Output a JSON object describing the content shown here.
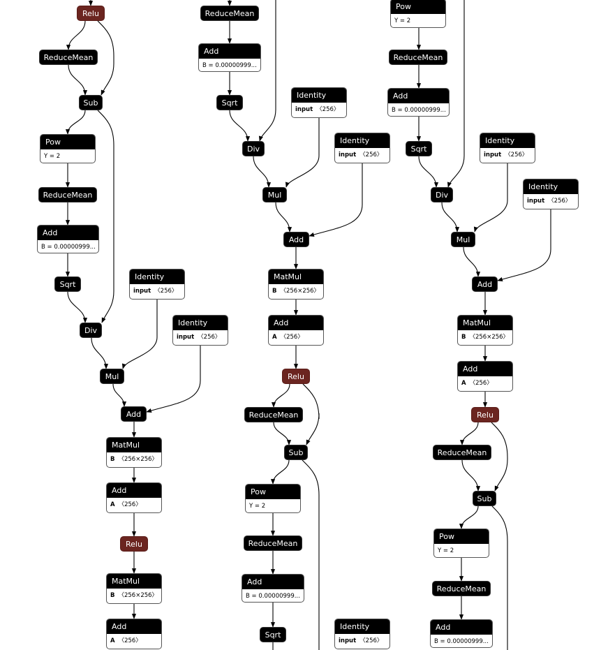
{
  "colors": {
    "node": "#000000",
    "relu": "#6b2520",
    "edge": "#000000"
  },
  "nodes": [
    {
      "op": "Relu",
      "highlight": true
    },
    {
      "op": "ReduceMean"
    },
    {
      "op": "Sub"
    },
    {
      "op": "Pow",
      "attr_name": "",
      "attr_value": "Y = 2"
    },
    {
      "op": "ReduceMean"
    },
    {
      "op": "Add",
      "attr_name": "",
      "attr_value": "B = 0.00000999..."
    },
    {
      "op": "Sqrt"
    },
    {
      "op": "Identity",
      "attr_name": "input",
      "attr_value": "〈256〉"
    },
    {
      "op": "Div"
    },
    {
      "op": "Identity",
      "attr_name": "input",
      "attr_value": "〈256〉"
    },
    {
      "op": "Mul"
    },
    {
      "op": "Add"
    },
    {
      "op": "MatMul",
      "attr_name": "B",
      "attr_value": "〈256×256〉"
    },
    {
      "op": "Add",
      "attr_name": "A",
      "attr_value": "〈256〉"
    },
    {
      "op": "Relu",
      "highlight": true
    },
    {
      "op": "MatMul",
      "attr_name": "B",
      "attr_value": "〈256×256〉"
    },
    {
      "op": "Add",
      "attr_name": "A",
      "attr_value": "〈256〉"
    },
    {
      "op": "ReduceMean"
    },
    {
      "op": "Add",
      "attr_name": "",
      "attr_value": "B = 0.00000999..."
    },
    {
      "op": "Sqrt"
    },
    {
      "op": "Identity",
      "attr_name": "input",
      "attr_value": "〈256〉"
    },
    {
      "op": "Div"
    },
    {
      "op": "Identity",
      "attr_name": "input",
      "attr_value": "〈256〉"
    },
    {
      "op": "Mul"
    },
    {
      "op": "Add"
    },
    {
      "op": "MatMul",
      "attr_name": "B",
      "attr_value": "〈256×256〉"
    },
    {
      "op": "Add",
      "attr_name": "A",
      "attr_value": "〈256〉"
    },
    {
      "op": "Relu",
      "highlight": true
    },
    {
      "op": "ReduceMean"
    },
    {
      "op": "Sub"
    },
    {
      "op": "Pow",
      "attr_name": "",
      "attr_value": "Y = 2"
    },
    {
      "op": "ReduceMean"
    },
    {
      "op": "Add",
      "attr_name": "",
      "attr_value": "B = 0.00000999..."
    },
    {
      "op": "Sqrt"
    },
    {
      "op": "Identity",
      "attr_name": "input",
      "attr_value": "〈256〉"
    },
    {
      "op": "Pow",
      "attr_name": "",
      "attr_value": "Y = 2"
    },
    {
      "op": "ReduceMean"
    },
    {
      "op": "Add",
      "attr_name": "",
      "attr_value": "B = 0.00000999..."
    },
    {
      "op": "Sqrt"
    },
    {
      "op": "Identity",
      "attr_name": "input",
      "attr_value": "〈256〉"
    },
    {
      "op": "Div"
    },
    {
      "op": "Identity",
      "attr_name": "input",
      "attr_value": "〈256〉"
    },
    {
      "op": "Mul"
    },
    {
      "op": "Add"
    },
    {
      "op": "MatMul",
      "attr_name": "B",
      "attr_value": "〈256×256〉"
    },
    {
      "op": "Add",
      "attr_name": "A",
      "attr_value": "〈256〉"
    },
    {
      "op": "Relu",
      "highlight": true
    },
    {
      "op": "ReduceMean"
    },
    {
      "op": "Sub"
    },
    {
      "op": "Pow",
      "attr_name": "",
      "attr_value": "Y = 2"
    },
    {
      "op": "ReduceMean"
    },
    {
      "op": "Add",
      "attr_name": "",
      "attr_value": "B = 0.00000999..."
    }
  ]
}
